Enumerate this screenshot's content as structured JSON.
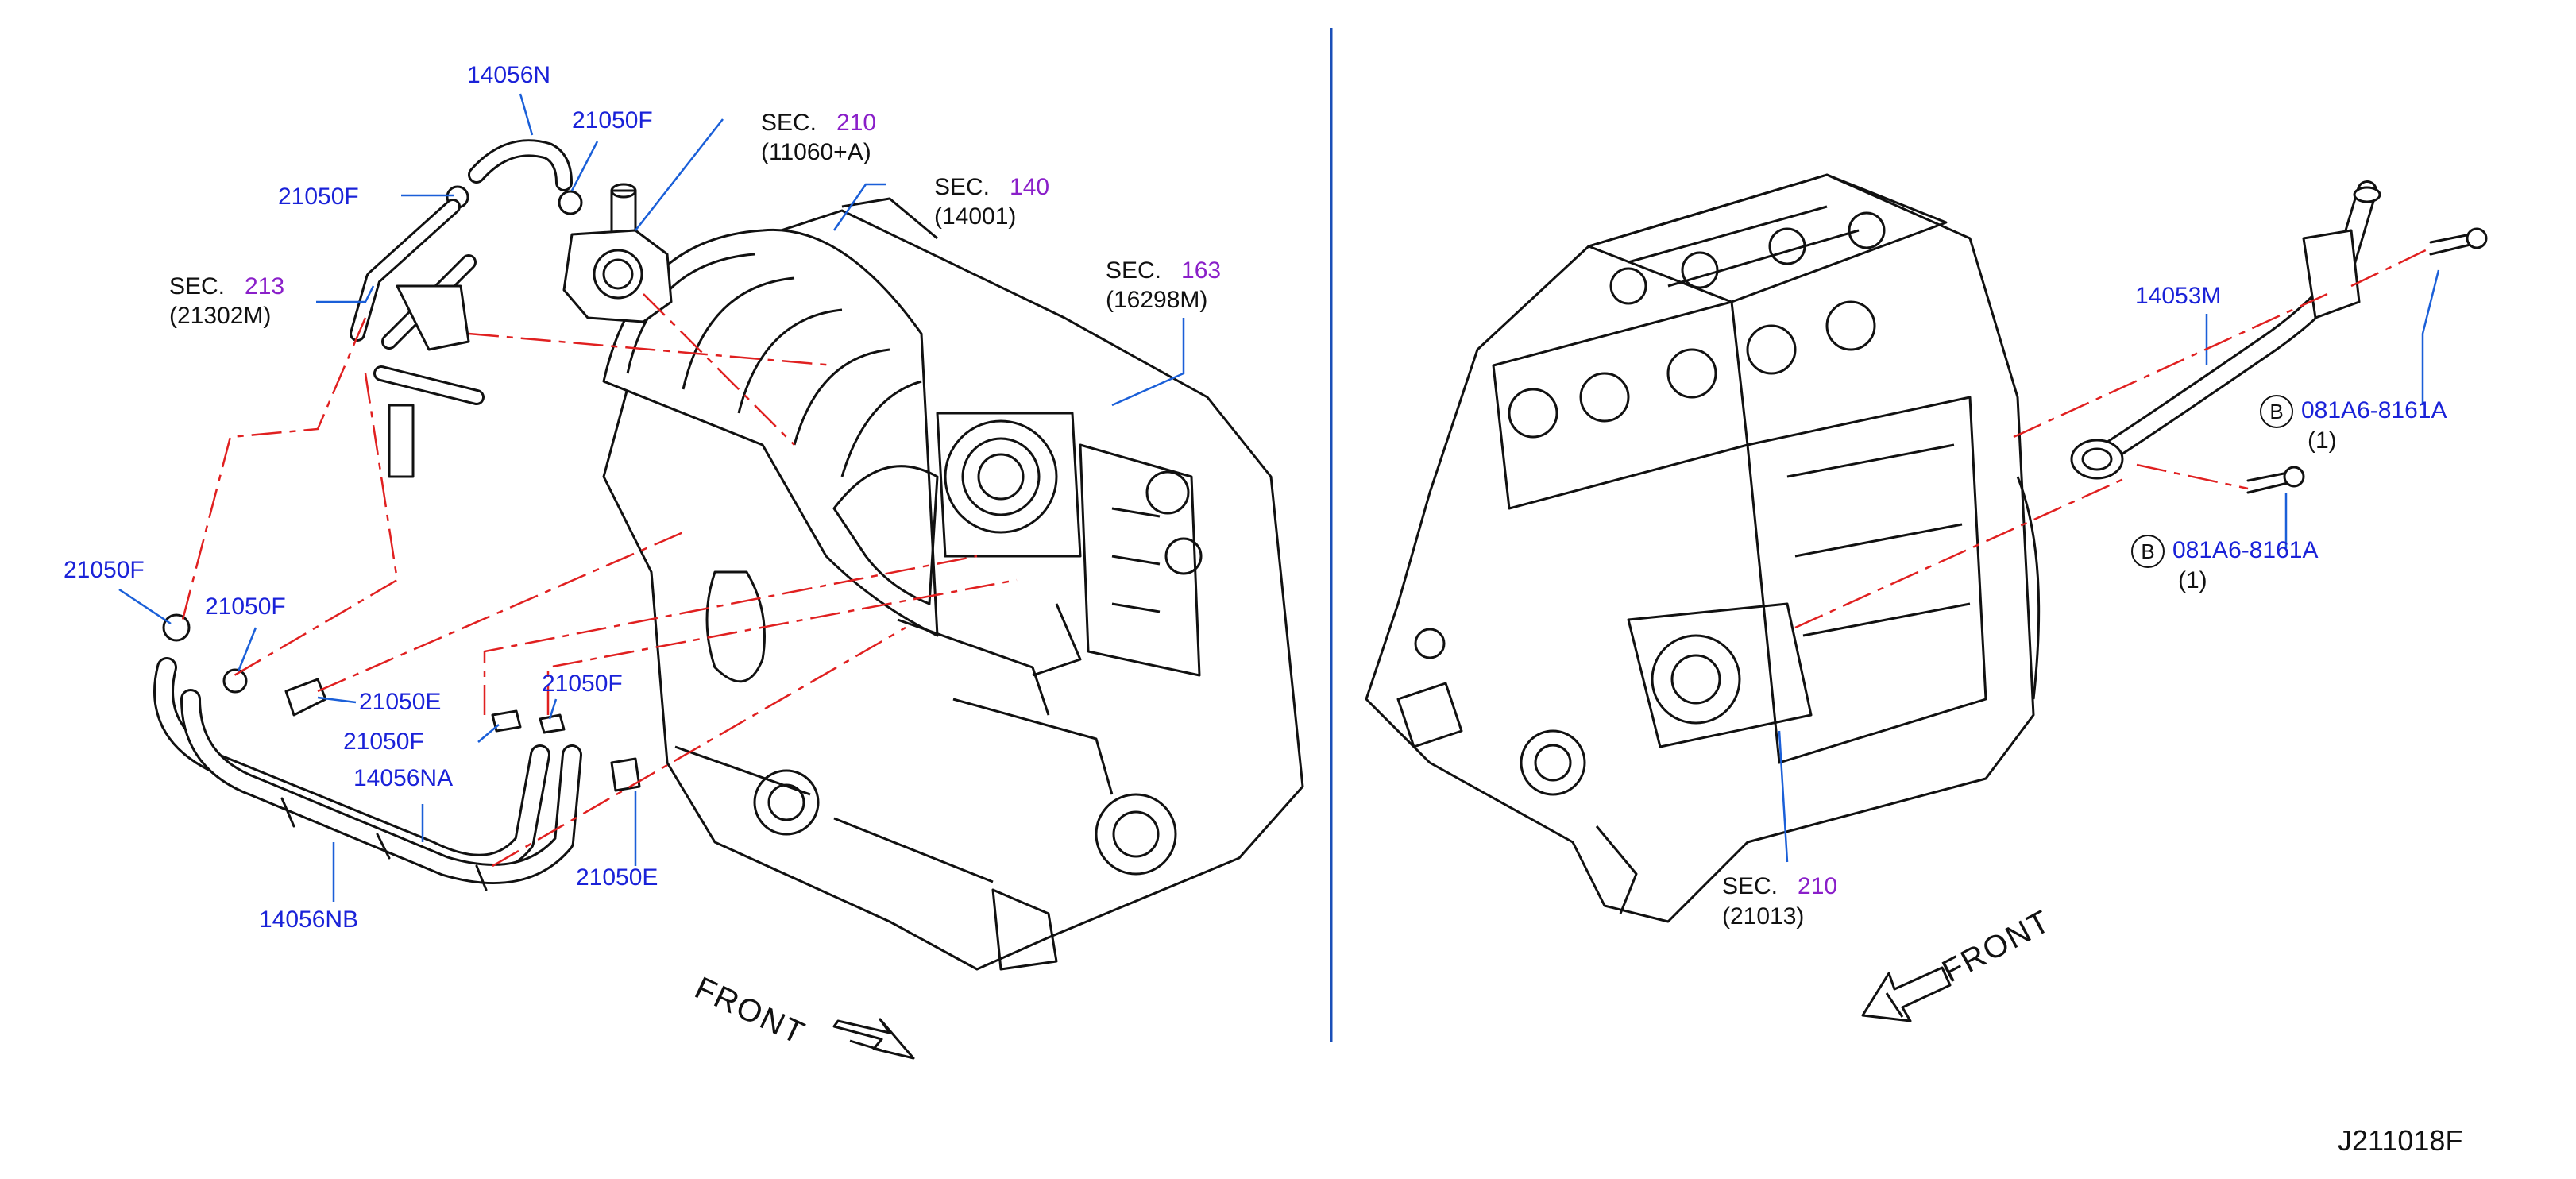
{
  "left_panel": {
    "labels": [
      {
        "id": "p14056n",
        "text": "14056N"
      },
      {
        "id": "p21050f_top",
        "text": "21050F"
      },
      {
        "id": "p21050f_left",
        "text": "21050F"
      },
      {
        "id": "p21050f_a",
        "text": "21050F"
      },
      {
        "id": "p21050f_b",
        "text": "21050F"
      },
      {
        "id": "p21050e_a",
        "text": "21050E"
      },
      {
        "id": "p21050f_c",
        "text": "21050F"
      },
      {
        "id": "p21050f_d",
        "text": "21050F"
      },
      {
        "id": "p14056na",
        "text": "14056NA"
      },
      {
        "id": "p21050e_b",
        "text": "21050E"
      },
      {
        "id": "p14056nb",
        "text": "14056NB"
      }
    ],
    "sections": [
      {
        "id": "s210a",
        "word": "SEC.",
        "num": "210",
        "ref": "(11060+A)"
      },
      {
        "id": "s140",
        "word": "SEC.",
        "num": "140",
        "ref": "(14001)"
      },
      {
        "id": "s213",
        "word": "SEC.",
        "num": "213",
        "ref": "(21302M)"
      },
      {
        "id": "s163",
        "word": "SEC.",
        "num": "163",
        "ref": "(16298M)"
      }
    ],
    "front": "FRONT"
  },
  "right_panel": {
    "labels": [
      {
        "id": "p14053m",
        "text": "14053M"
      }
    ],
    "bolts": [
      {
        "id": "b1",
        "circle": "B",
        "part": "081A6-8161A",
        "qty": "(1)"
      },
      {
        "id": "b2",
        "circle": "B",
        "part": "081A6-8161A",
        "qty": "(1)"
      }
    ],
    "sections": [
      {
        "id": "s210b",
        "word": "SEC.",
        "num": "210",
        "ref": "(21013)"
      }
    ],
    "front": "FRONT"
  },
  "diagram_code": "J211018F",
  "colors": {
    "part_label": "#1a22d8",
    "section_number": "#8a1fc9",
    "leader_line": "#1a5fd8",
    "dash_line": "#e02020",
    "divider": "#1a4fb8",
    "ink": "#111111"
  }
}
